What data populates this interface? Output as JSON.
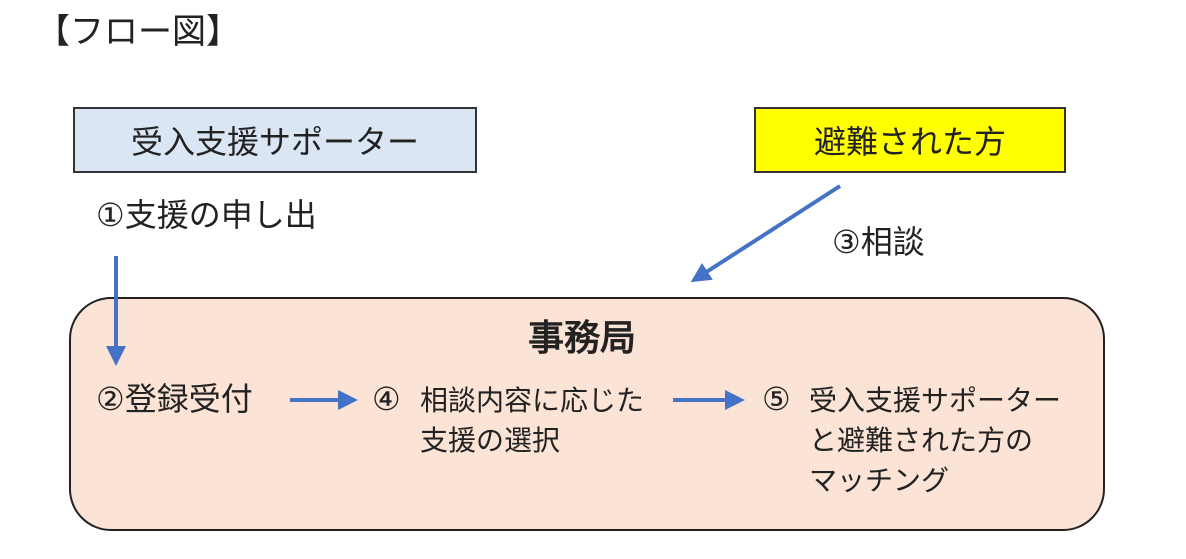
{
  "title": "【フロー図】",
  "nodes": {
    "supporter": {
      "label": "受入支援サポーター",
      "color": "#dae6f3"
    },
    "evacuee": {
      "label": "避難された方",
      "color": "#ffff00"
    },
    "office": {
      "label": "事務局",
      "color": "#fbe3d6"
    }
  },
  "steps": {
    "step1": "①支援の申し出",
    "step2": "②登録受付",
    "step3": "③相談",
    "step4": {
      "num": "④",
      "lines": [
        "相談内容に応じた",
        "支援の選択"
      ]
    },
    "step5": {
      "num": "⑤",
      "lines": [
        "受入支援サポーター",
        "と避難された方の",
        "マッチング"
      ]
    }
  },
  "arrow_color": "#4472c4"
}
